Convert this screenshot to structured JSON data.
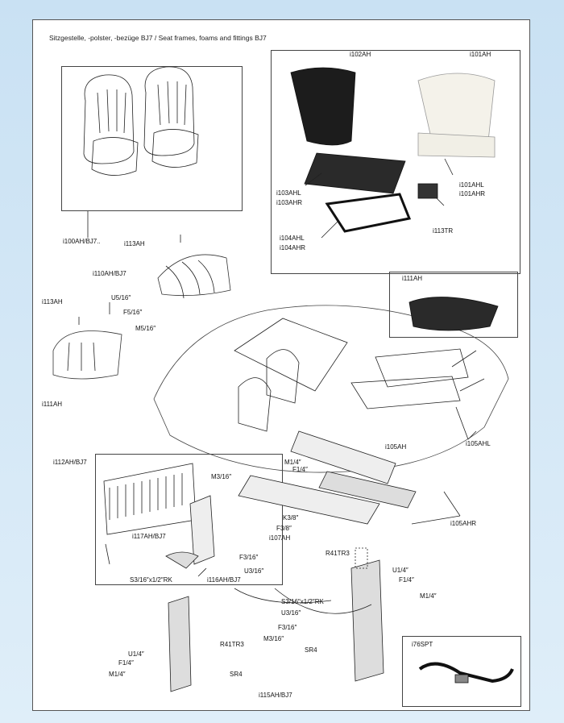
{
  "title": "Sitzgestelle, -polster, -bezüge BJ7 / Seat frames, foams and fittings BJ7",
  "labels": {
    "i102AH": "i102AH",
    "i101AH": "i101AH",
    "i101AHL": "i101AHL",
    "i101AHR": "i101AHR",
    "i103AHL": "i103AHL",
    "i103AHR": "i103AHR",
    "i113TR": "i113TR",
    "i104AHL": "i104AHL",
    "i104AHR": "i104AHR",
    "i100AH": "i100AH/BJ7..",
    "i113AH_a": "i113AH",
    "i110AH": "i110AH/BJ7",
    "i111AH_box": "i111AH",
    "i113AH_b": "i113AH",
    "U5_16": "U5/16″",
    "F5_16": "F5/16″",
    "M5_16": "M5/16″",
    "i111AH": "i111AH",
    "i105AH": "i105AH",
    "i105AHL": "i105AHL",
    "i105AHR": "i105AHR",
    "M1_4_a": "M1/4″",
    "F1_4_a": "F1/4″",
    "K3_8": "K3/8″",
    "F3_8": "F3/8″",
    "i107AH": "i107AH",
    "i112AH": "i112AH/BJ7",
    "M3_16_a": "M3/16″",
    "i117AH": "i117AH/BJ7",
    "F3_16_a": "F3/16″",
    "U3_16_a": "U3/16″",
    "S3_16_a": "S3/16″x1/2″RK",
    "i116AH": "i116AH/BJ7",
    "R41TR3_a": "R41TR3",
    "U1_4_a": "U1/4″",
    "F1_4_b": "F1/4″",
    "M1_4_b": "M1/4″",
    "S3_16_b": "S3/16″x1/2″RK",
    "U3_16_b": "U3/16″",
    "F3_16_b": "F3/16″",
    "M3_16_b": "M3/16″",
    "SR4_a": "SR4",
    "R41TR3_b": "R41TR3",
    "U1_4_b": "U1/4″",
    "F1_4_c": "F1/4″",
    "M1_4_c": "M1/4″",
    "SR4_b": "SR4",
    "i115AH": "i115AH/BJ7",
    "i76SPT": "i76SPT"
  },
  "colors": {
    "line": "#222222",
    "shell_dark": "#1c1c1c",
    "foam": "#f4f2ea",
    "page_bg": "#cfe4f5"
  }
}
